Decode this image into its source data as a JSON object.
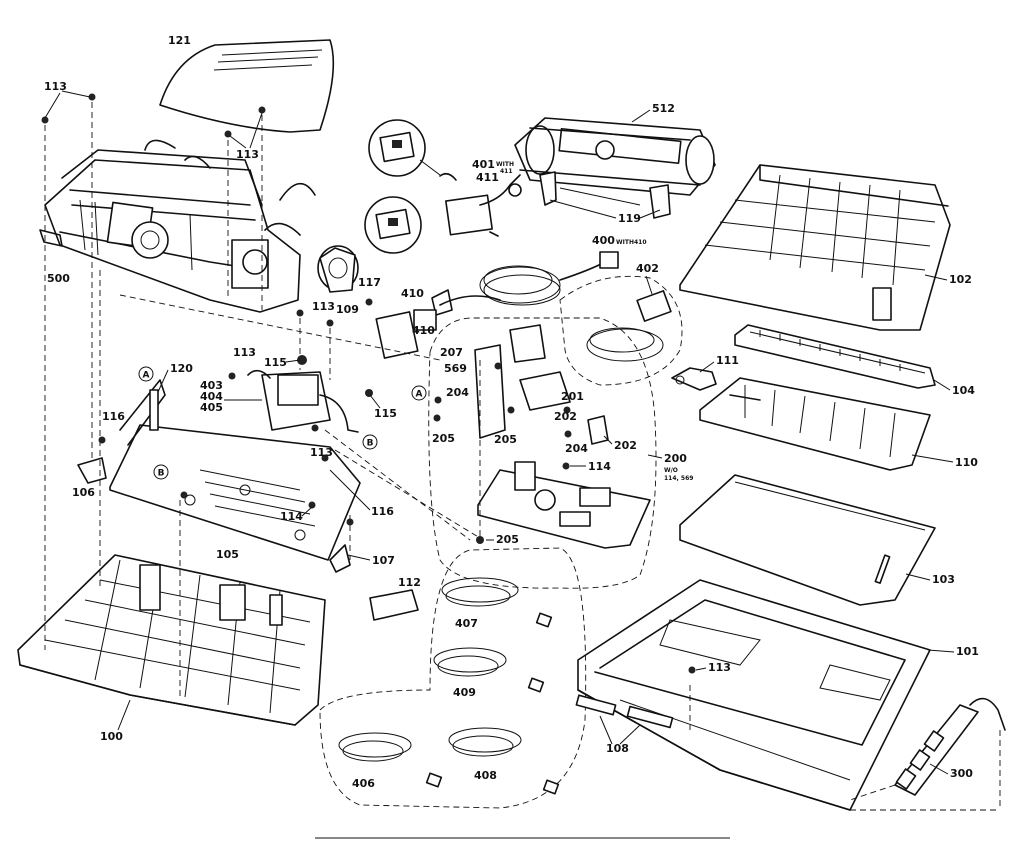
{
  "callouts": {
    "c100": "100",
    "c101": "101",
    "c102": "102",
    "c103": "103",
    "c104": "104",
    "c105": "105",
    "c106": "106",
    "c107": "107",
    "c108": "108",
    "c109": "109",
    "c110": "110",
    "c111": "111",
    "c112": "112",
    "c113a": "113",
    "c113b": "113",
    "c113c": "113",
    "c113d": "113",
    "c113e": "113",
    "c113f": "113",
    "c114a": "114",
    "c114b": "114",
    "c115a": "115",
    "c115b": "115",
    "c116a": "116",
    "c116b": "116",
    "c117": "117",
    "c119": "119",
    "c120": "120",
    "c121": "121",
    "c200": "200",
    "c201": "201",
    "c202a": "202",
    "c202b": "202",
    "c204a": "204",
    "c204b": "204",
    "c205a": "205",
    "c205b": "205",
    "c205c": "205",
    "c207": "207",
    "c300": "300",
    "c400": "400",
    "c401": "401",
    "c402": "402",
    "c403": "403",
    "c404": "404",
    "c405": "405",
    "c406": "406",
    "c407": "407",
    "c408": "408",
    "c409": "409",
    "c410a": "410",
    "c410b": "410",
    "c411": "411",
    "c500": "500",
    "c512": "512",
    "c569a": "569"
  },
  "notes": {
    "with410_400": "WITH410",
    "with411_401": "WITH",
    "with411_401b": "411",
    "wo_200": "W/O",
    "wo_200b": "114, 569"
  },
  "circle_refs": {
    "a1": "A",
    "a2": "A",
    "b1": "B",
    "b2": "B"
  }
}
